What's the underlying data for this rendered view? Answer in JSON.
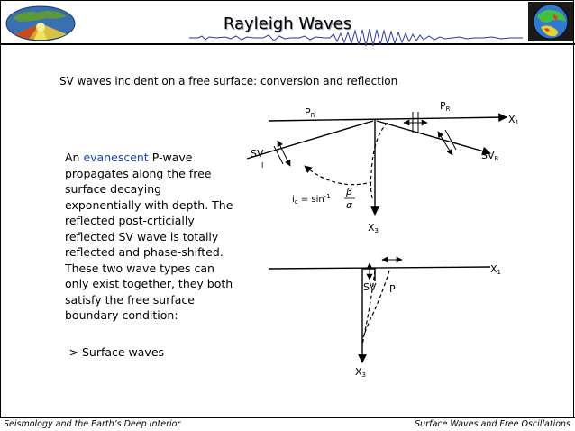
{
  "header": {
    "title": "Rayleigh Waves"
  },
  "content": {
    "subtitle": "SV  waves incident on a free surface: conversion and reflection",
    "para_prefix": "An ",
    "para_highlight": "evanescent",
    "para_rest": " P-wave propagates along the free surface decaying exponentially with depth. The reflected post-crticially reflected SV wave is totally reflected and phase-shifted. These two wave types can only exist together, they both satisfy the free surface boundary condition:",
    "surface_waves": "-> Surface waves"
  },
  "diagram_top": {
    "pr": "P",
    "pr_sub": "R",
    "x1": "X",
    "x1_sub": "1",
    "svi": "SV",
    "svi_sub": "I",
    "svr": "SV",
    "svr_sub": "R",
    "ic_text": "i",
    "ic_sub": "c",
    "ic_eq": " = sin",
    "ic_sup": "-1",
    "beta": "β",
    "alpha": "α",
    "x3": "X",
    "x3_sub": "3"
  },
  "diagram_bottom": {
    "x1": "X",
    "x1_sub": "1",
    "sv": "SV",
    "p": "P",
    "x3": "X",
    "x3_sub": "3"
  },
  "footer": {
    "left": "Seismology and the Earth’s Deep Interior",
    "right": "Surface Waves and Free Oscillations"
  },
  "colors": {
    "highlight": "#1a44b3",
    "title_shadow": "#9aa3b8"
  }
}
